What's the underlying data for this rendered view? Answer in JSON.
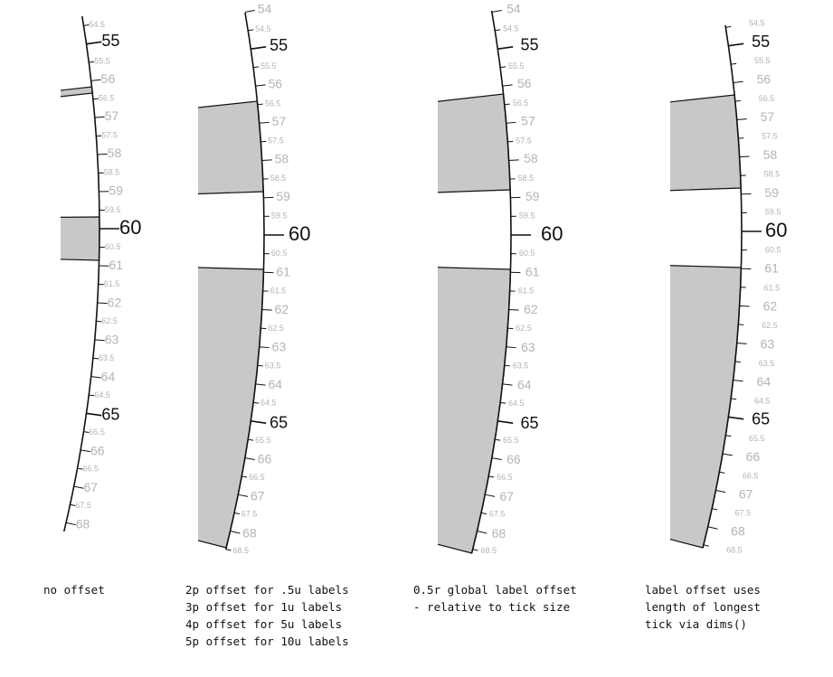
{
  "panels": [
    {
      "caption": [
        "no offset"
      ]
    },
    {
      "caption": [
        "2p offset for .5u labels",
        "3p offset for 1u labels",
        "4p offset for 5u labels",
        "5p offset for 10u labels"
      ]
    },
    {
      "caption": [
        "0.5r global label offset",
        "- relative to tick size"
      ]
    },
    {
      "caption": [
        "label offset uses",
        "length of longest",
        "tick via dims()"
      ]
    }
  ],
  "scale": {
    "start": 54,
    "end": 68.5,
    "step": 0.5
  },
  "colors": {
    "wedge_fill": "#c8c8c8",
    "minor_label": "#b4b4b4",
    "major_label": "#111111",
    "line": "#111111"
  }
}
